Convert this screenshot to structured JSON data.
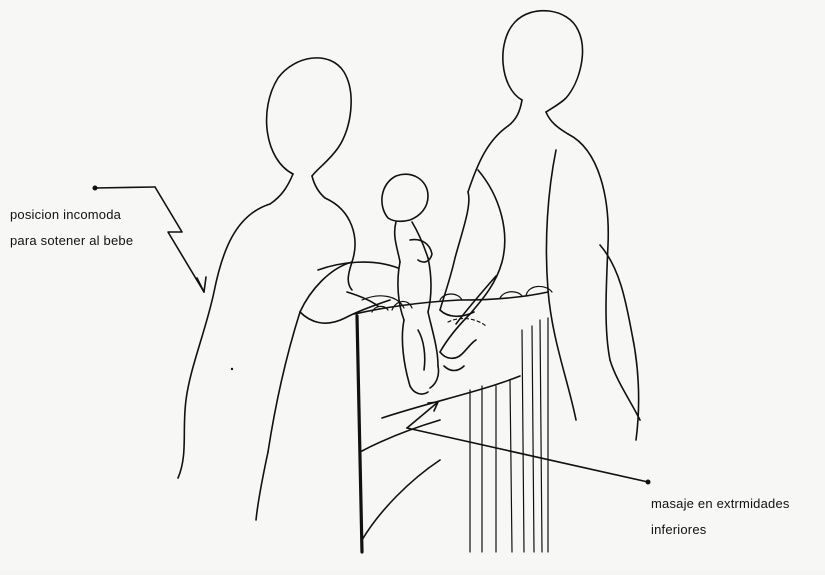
{
  "annotations": {
    "left": {
      "line1": "posicion incomoda",
      "line2": "para sotener al bebe"
    },
    "right": {
      "line1": "masaje en extrmidades",
      "line2": "inferiores"
    }
  },
  "colors": {
    "ink": "#111111",
    "paper": "#f7f7f5"
  }
}
